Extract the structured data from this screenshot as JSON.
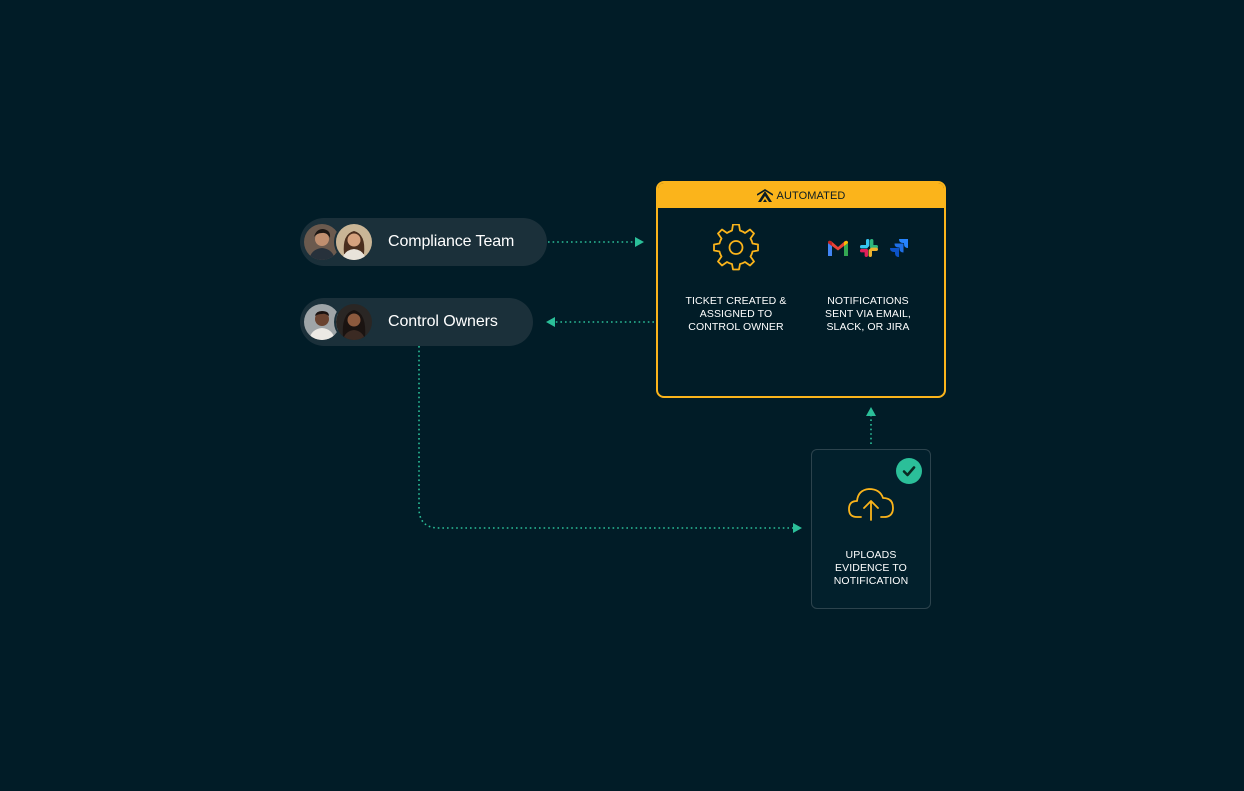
{
  "roles": [
    {
      "label": "Compliance Team"
    },
    {
      "label": "Control Owners"
    }
  ],
  "automated": {
    "badge": "AUTOMATED",
    "steps": [
      {
        "caption_lines": [
          "TICKET CREATED &",
          "ASSIGNED TO",
          "CONTROL OWNER"
        ],
        "icon": "gear-icon"
      },
      {
        "caption_lines": [
          "NOTIFICATIONS",
          "SENT VIA EMAIL,",
          "SLACK, OR JIRA"
        ],
        "icons": [
          "gmail-icon",
          "slack-icon",
          "jira-icon"
        ]
      }
    ]
  },
  "upload": {
    "caption_lines": [
      "UPLOADS",
      "EVIDENCE TO",
      "NOTIFICATION"
    ],
    "icon": "cloud-upload-icon",
    "status_icon": "check-circle-icon"
  },
  "colors": {
    "background": "#011c27",
    "accent": "#fbb41b",
    "connector": "#2bbf99",
    "pill": "#1b303a"
  }
}
